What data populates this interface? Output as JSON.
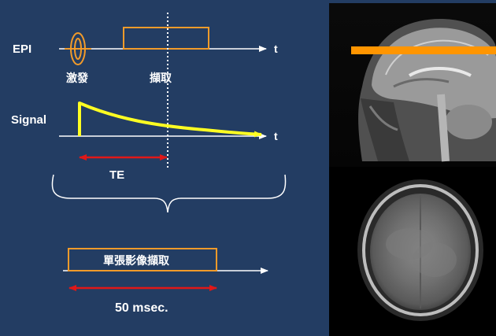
{
  "sequence": {
    "epi_label": "EPI",
    "signal_label": "Signal",
    "time_axis_label": "t",
    "excitation_label": "激發",
    "acquisition_label": "擷取",
    "te_label": "TE",
    "single_image_acquisition_label": "單張影像擷取",
    "duration_label": "50 msec."
  },
  "colors": {
    "background": "#233d63",
    "pulse_orange": "#f29b2a",
    "signal_yellow": "#ffff22",
    "arrow_red": "#e01818",
    "slice_marker_orange": "#ff9500",
    "axis_white": "#ffffff"
  },
  "images": {
    "top": "sagittal-brain-mri",
    "bottom": "axial-epi-brain-image"
  }
}
